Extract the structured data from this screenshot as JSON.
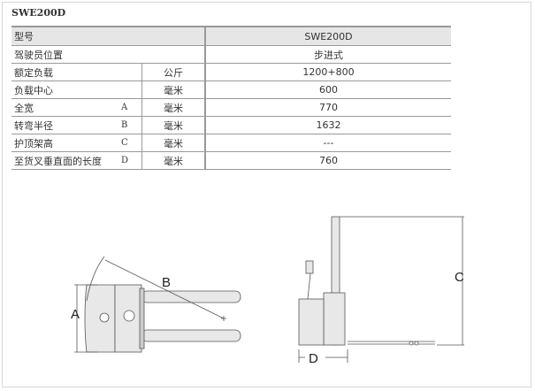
{
  "title": "SWE200D",
  "header": {
    "label": "型号",
    "value": "SWE200D"
  },
  "rows": [
    {
      "label": "驾驶员位置",
      "letter": "",
      "unit": "",
      "value": "步进式"
    },
    {
      "label": "额定负载",
      "letter": "",
      "unit": "公斤",
      "value": "1200+800"
    },
    {
      "label": "负载中心",
      "letter": "",
      "unit": "毫米",
      "value": "600"
    },
    {
      "label": "全宽",
      "letter": "A",
      "unit": "毫米",
      "value": "770"
    },
    {
      "label": "转弯半径",
      "letter": "B",
      "unit": "毫米",
      "value": "1632"
    },
    {
      "label": "护顶架高",
      "letter": "C",
      "unit": "毫米",
      "value": "---"
    },
    {
      "label": "至货叉垂直面的长度",
      "letter": "D",
      "unit": "毫米",
      "value": "760"
    }
  ],
  "diagram": {
    "a": "A",
    "b": "B",
    "c": "C",
    "d": "D"
  }
}
